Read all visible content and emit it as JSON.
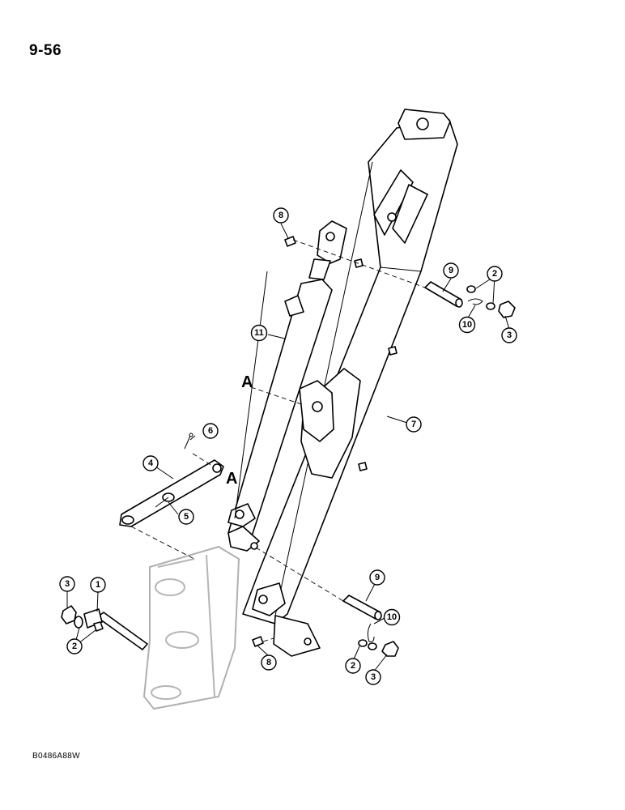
{
  "page": {
    "number": "9-56",
    "drawing_code": "B0486A88W"
  },
  "section_marker": "A",
  "callouts": [
    "1",
    "2",
    "3",
    "4",
    "5",
    "6",
    "7",
    "8",
    "9",
    "10",
    "11"
  ],
  "colors": {
    "ink": "#000000",
    "ghost_part": "#b0b0b0",
    "paper": "#ffffff"
  }
}
